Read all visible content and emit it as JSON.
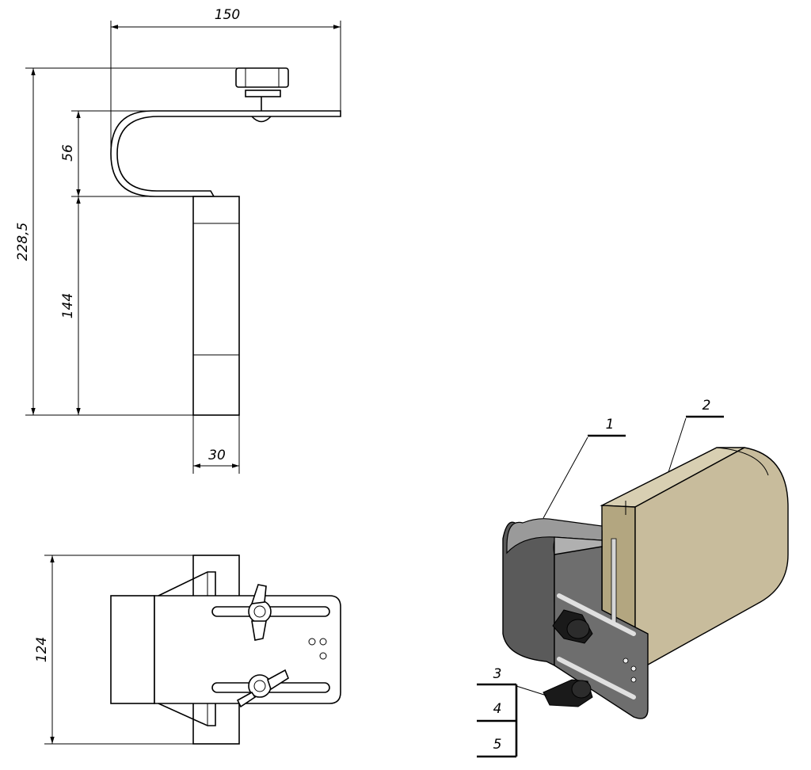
{
  "dimensions": {
    "width_top": "150",
    "height_total": "228,5",
    "height_upper": "56",
    "height_lower": "144",
    "width_bottom": "30",
    "width_plan": "124"
  },
  "balloons": {
    "b1": "1",
    "b2": "2",
    "b3": "3",
    "b4": "4",
    "b5": "5"
  },
  "colors": {
    "line": "#000000",
    "block_face": "#c8bc9c",
    "block_side": "#b3a680",
    "bracket_metal": "#6e6e6e",
    "bracket_light": "#a8a8a8",
    "knob": "#1a1a1a"
  }
}
